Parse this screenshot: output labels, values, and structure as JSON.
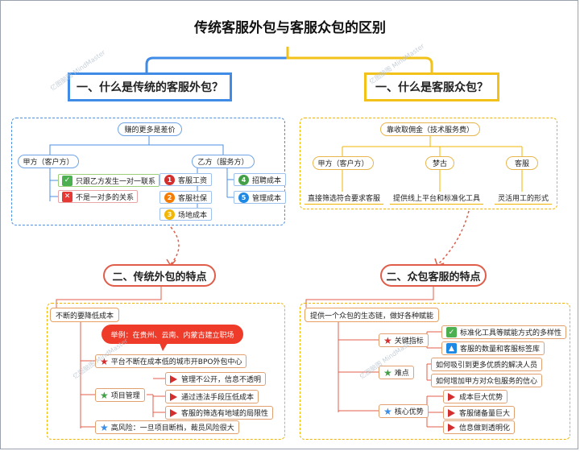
{
  "title": "传统客服外包与客服众包的区别",
  "left": {
    "heading": "一、什么是传统的客服外包？",
    "top_node": "赚的更多是差价",
    "party_a": "甲方（客户方）",
    "party_a_items": [
      "只跟乙方发生一对一联系",
      "不是一对多的关系"
    ],
    "party_b": "乙方（服务方）",
    "party_b_items": [
      {
        "num": "1",
        "label": "客服工资",
        "color": "#d32f2f"
      },
      {
        "num": "2",
        "label": "客服社保",
        "color": "#f57c00"
      },
      {
        "num": "3",
        "label": "场地成本",
        "color": "#f2b705"
      },
      {
        "num": "4",
        "label": "招聘成本",
        "color": "#43a047"
      },
      {
        "num": "5",
        "label": "管理成本",
        "color": "#1e88e5"
      }
    ],
    "section": "二、传统外包的特点",
    "root": "不断的要降低成本",
    "callout": "举例：在贵州、云南、内蒙古建立职场",
    "b1": "平台不断在成本低的城市开BPO外包中心",
    "b2": "项目管理",
    "b2_items": [
      "管理不公开，信息不透明",
      "通过违法手段压低成本",
      "客服的筛选有地域的局限性"
    ],
    "b3": "高风险：一旦项目断档，裁员风险很大"
  },
  "right": {
    "heading": "一、什么是客服众包？",
    "top_node": "靠收取佣金（技术服务费）",
    "branches": [
      "甲方（客户方）",
      "梦古",
      "客服"
    ],
    "branch_items": [
      "直接筛选符合要求客服",
      "提供线上平台和标准化工具",
      "灵活用工的形式"
    ],
    "section": "二、众包客服的特点",
    "root": "提供一个众包的生态链，做好各种赋能",
    "k1": "关键指标",
    "k1_items": [
      "标准化工具等赋能方式的多样性",
      "客服的数量和客服标签库"
    ],
    "k2": "难点",
    "k2_items": [
      "如何吸引到更多优质的解决人员",
      "如何增加甲方对众包服务的信心"
    ],
    "k3": "核心优势",
    "k3_items": [
      "成本巨大优势",
      "客服储备量巨大",
      "信息做到透明化"
    ]
  },
  "watermark": "亿图脑图 MindMaster",
  "colors": {
    "blue": "#3f8be6",
    "yellow": "#f2c21a",
    "red": "#e05d4a",
    "dashed_blue": "#4d8fe0",
    "dashed_yellow": "#f0b400"
  }
}
